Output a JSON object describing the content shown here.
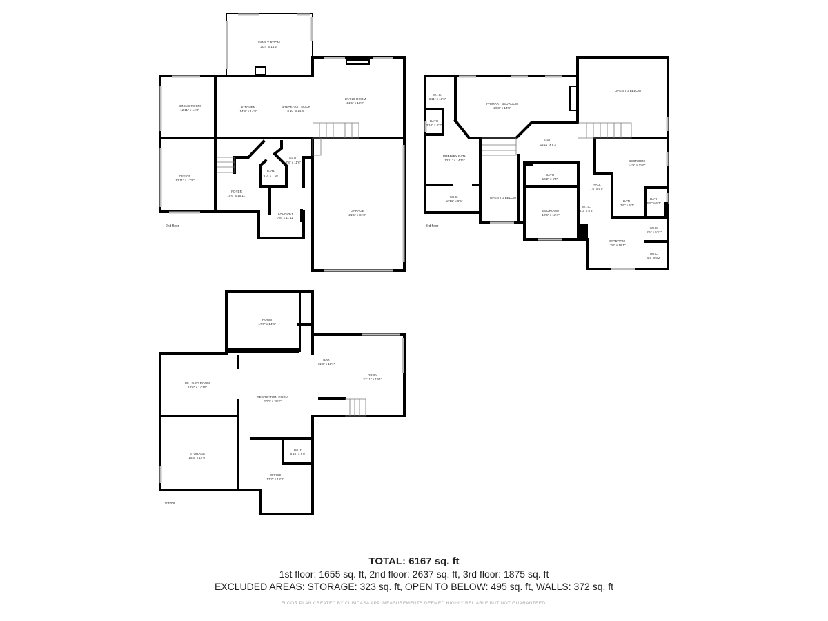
{
  "floors": [
    {
      "name": "2nd floor",
      "rooms": [
        {
          "name": "FAMILY ROOM",
          "size": "20'4\" x 14'2\""
        },
        {
          "name": "DINING ROOM",
          "size": "12'11\" x 14'8\""
        },
        {
          "name": "KITCHEN",
          "size": "14'8\" x 14'8\""
        },
        {
          "name": "BREAKFAST NOOK",
          "size": "8'10\" x 14'8\""
        },
        {
          "name": "LIVING ROOM",
          "size": "21'5\" x 19'2\""
        },
        {
          "name": "HALL",
          "size": "8'8\" x 11'6\""
        },
        {
          "name": "BATH",
          "size": "6'0\" x 7'10\""
        },
        {
          "name": "OFFICE",
          "size": "12'11\" x 17'8\""
        },
        {
          "name": "FOYER",
          "size": "10'6\" x 15'11\""
        },
        {
          "name": "LAUNDRY",
          "size": "7'8\" x 11'11\""
        },
        {
          "name": "GARAGE",
          "size": "21'5\" x 31'3\""
        }
      ]
    },
    {
      "name": "3rd floor",
      "rooms": [
        {
          "name": "W.I.C.",
          "size": "6'11\" x 10'6\""
        },
        {
          "name": "BATH",
          "size": "3'10\" x 6'3\""
        },
        {
          "name": "PRIMARY BEDROOM",
          "size": "29'3\" x 14'8\""
        },
        {
          "name": "OPEN TO BELOW",
          "size": ""
        },
        {
          "name": "HALL",
          "size": "14'11\" x 9'3\""
        },
        {
          "name": "PRIMARY BATH",
          "size": "12'11\" x 14'11\""
        },
        {
          "name": "BEDROOM",
          "size": "14'9\" x 11'6\""
        },
        {
          "name": "BATH",
          "size": "10'2\" x 5'4\""
        },
        {
          "name": "HALL",
          "size": "7'8\" x 9'0\""
        },
        {
          "name": "W.I.C.",
          "size": "12'11\" x 6'5\""
        },
        {
          "name": "OPEN TO BELOW",
          "size": ""
        },
        {
          "name": "BEDROOM",
          "size": "12'6\" x 12'4\""
        },
        {
          "name": "W.I.C.",
          "size": "4'0\" x 5'5\""
        },
        {
          "name": "BATH",
          "size": "7'6\" x 6'7\""
        },
        {
          "name": "BATH",
          "size": "5'5\" x 6'7\""
        },
        {
          "name": "W.I.C.",
          "size": "5'5\" x 5'11\""
        },
        {
          "name": "BEDROOM",
          "size": "13'0\" x 16'1\""
        },
        {
          "name": "W.I.C.",
          "size": "5'5\" x 6'2\""
        }
      ]
    },
    {
      "name": "1st floor",
      "rooms": [
        {
          "name": "ROOM",
          "size": "17'6\" x 14'4\""
        },
        {
          "name": "BAR",
          "size": "11'3\" x 11'1\""
        },
        {
          "name": "ROOM",
          "size": "21'11\" x 19'1\""
        },
        {
          "name": "BILLIARD ROOM",
          "size": "18'6\" x 14'10\""
        },
        {
          "name": "RECREATION ROOM",
          "size": "20'0\" x 20'2\""
        },
        {
          "name": "BATH",
          "size": "6'10\" x 6'0\""
        },
        {
          "name": "STORAGE",
          "size": "18'6\" x 17'0\""
        },
        {
          "name": "OFFICE",
          "size": "17'7\" x 18'3\""
        }
      ]
    }
  ],
  "summary": {
    "total": "TOTAL: 6167 sq. ft",
    "floors_line": "1st floor: 1655 sq. ft, 2nd floor: 2637 sq. ft, 3rd floor: 1875 sq. ft",
    "excluded_line": "EXCLUDED AREAS: STORAGE: 323 sq. ft, OPEN TO BELOW: 495 sq. ft, WALLS: 372 sq. ft"
  },
  "footer": "FLOOR PLAN CREATED BY CUBICASA APP. MEASUREMENTS DEEMED HIGHLY RELIABLE BUT NOT GUARANTEED."
}
